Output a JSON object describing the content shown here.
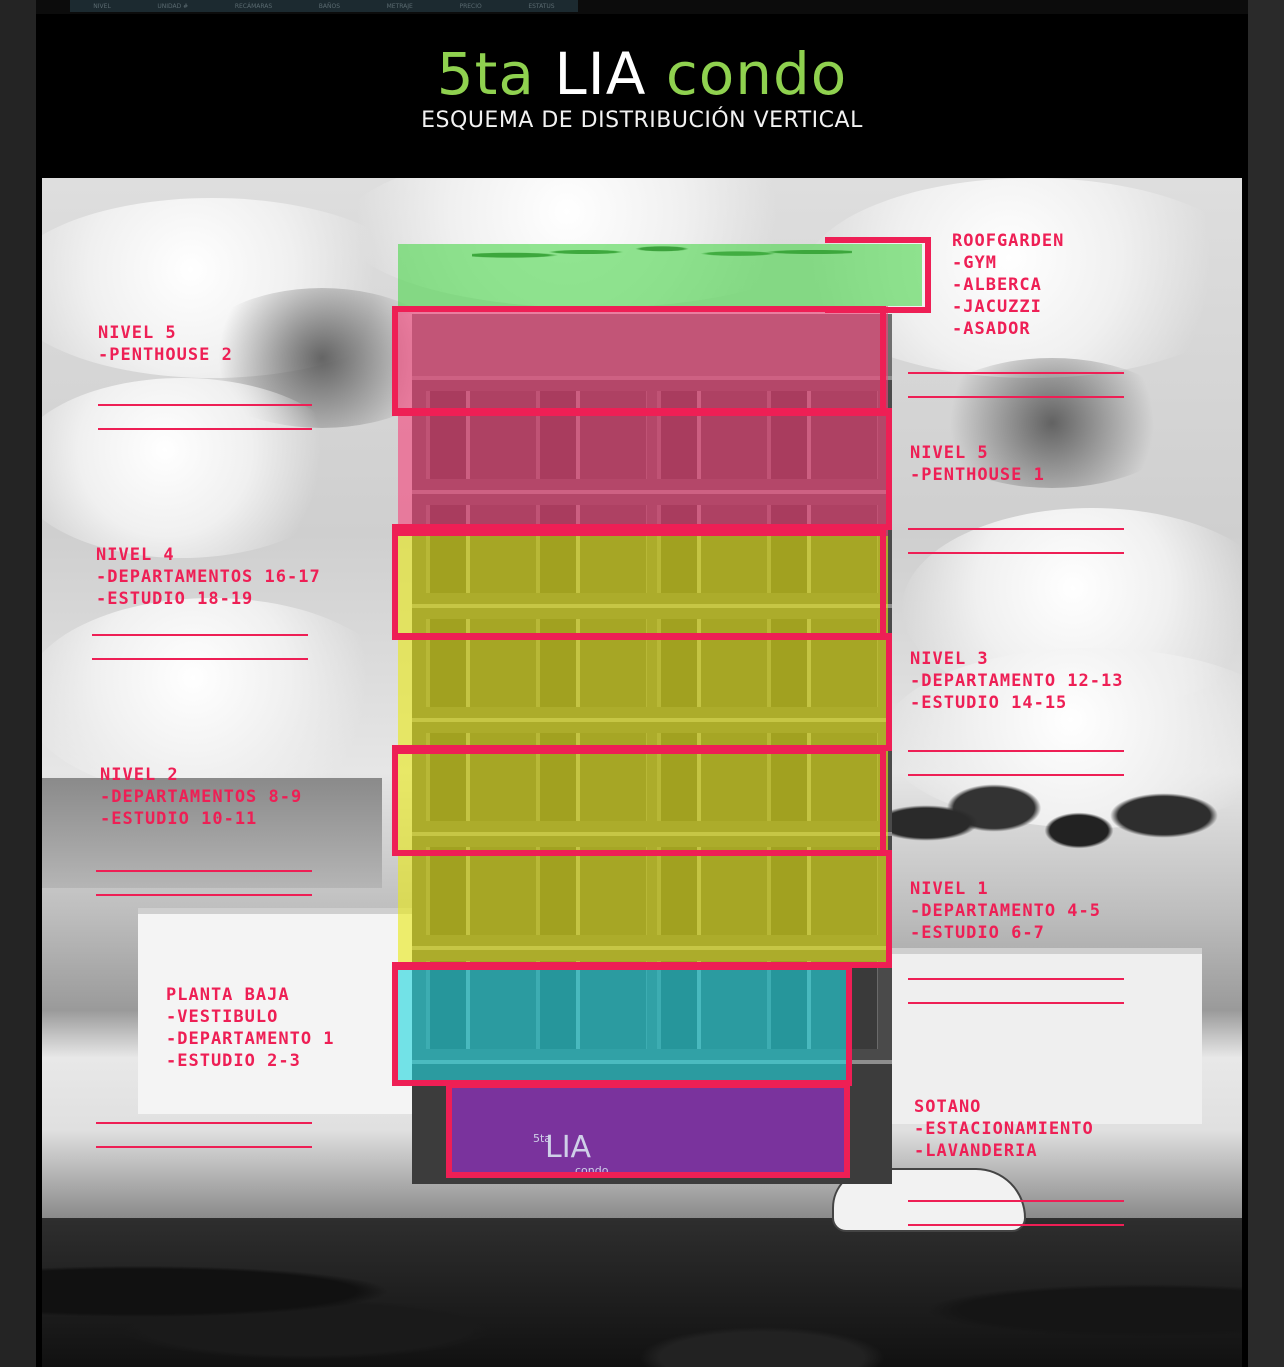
{
  "topnav": {
    "items": [
      "NIVEL",
      "UNIDAD #",
      "RECÁMARAS",
      "BAÑOS",
      "METRAJE",
      "PRECIO",
      "ESTATUS"
    ]
  },
  "header": {
    "title_part1": "5ta",
    "title_part2": "LIA",
    "title_part3": "condo",
    "subtitle": "ESQUEMA DE DISTRIBUCIÓN VERTICAL"
  },
  "colors": {
    "roof": "#4fd64f",
    "penthouse": "#f5467d",
    "levels": "#e8e818",
    "ground": "#22d6de",
    "basement": "#9b2fd0",
    "outline": "#ee1f55",
    "title_green": "#8fd14f"
  },
  "sign": {
    "top": "5ta",
    "main": "LIA",
    "bottom": "condo"
  },
  "labels": {
    "roof": {
      "title": "ROOFGARDEN",
      "items": [
        "-GYM",
        "-ALBERCA",
        "-JACUZZI",
        "-ASADOR"
      ]
    },
    "nivel6": {
      "title": "NIVEL 5",
      "items": [
        "-PENTHOUSE 2"
      ]
    },
    "nivel5": {
      "title": "NIVEL 5",
      "items": [
        "-PENTHOUSE 1"
      ]
    },
    "nivel4": {
      "title": "NIVEL 4",
      "items": [
        "-DEPARTAMENTOS 16-17",
        "-ESTUDIO 18-19"
      ]
    },
    "nivel3": {
      "title": "NIVEL 3",
      "items": [
        "-DEPARTAMENTO 12-13",
        "-ESTUDIO 14-15"
      ]
    },
    "nivel2": {
      "title": "NIVEL 2",
      "items": [
        "-DEPARTAMENTOS 8-9",
        "-ESTUDIO 10-11"
      ]
    },
    "nivel1": {
      "title": "NIVEL 1",
      "items": [
        "-DEPARTAMENTO 4-5",
        "-ESTUDIO 6-7"
      ]
    },
    "planta": {
      "title": "PLANTA BAJA",
      "items": [
        "-VESTIBULO",
        "-DEPARTAMENTO 1",
        "-ESTUDIO 2-3"
      ]
    },
    "sotano": {
      "title": "SOTANO",
      "items": [
        "-ESTACIONAMIENTO",
        "-LAVANDERIA"
      ]
    }
  }
}
